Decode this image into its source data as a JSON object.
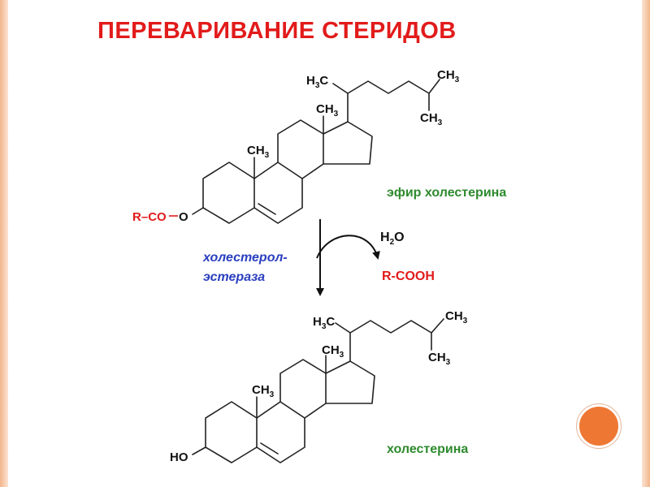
{
  "title": "ПЕРЕВАРИВАНИЕ СТЕРИДОВ",
  "top_molecule": {
    "name": "эфир холестерина",
    "ester_group": {
      "r": "R",
      "dash": "–",
      "co": "CO",
      "o": "O"
    },
    "side_methyl_h": "H",
    "side_methyl_sub": "3",
    "side_methyl_c": "C",
    "methyl_ch": "CH",
    "methyl_sub": "3"
  },
  "bottom_molecule": {
    "name": "холестерина",
    "hydroxyl": "HO",
    "side_methyl_h": "H",
    "side_methyl_sub": "3",
    "side_methyl_c": "C",
    "methyl_ch": "CH",
    "methyl_sub": "3"
  },
  "reaction": {
    "enzyme_line1": "холестерол-",
    "enzyme_line2": "эстераза",
    "water_h": "H",
    "water_sub": "2",
    "water_o": "O",
    "product": "R-COOH"
  },
  "colors": {
    "title": "#e21b1b",
    "green_label": "#2e8a2e",
    "enzyme": "#2a3fbf",
    "frame": "#f2b58a",
    "accent_circle": "#ee7833"
  }
}
